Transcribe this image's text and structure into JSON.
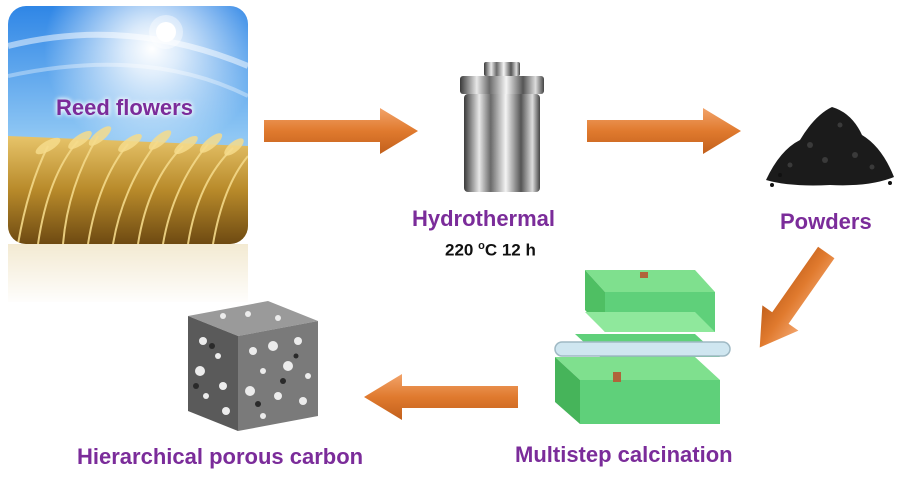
{
  "steps": {
    "reed": {
      "label": "Reed flowers"
    },
    "hydrothermal": {
      "label": "Hydrothermal",
      "condition_temp": "220 ",
      "condition_unit_sup": "o",
      "condition_rest": "C 12 h"
    },
    "powders": {
      "label": "Powders"
    },
    "calcination": {
      "label": "Multistep calcination"
    },
    "carbon": {
      "label": "Hierarchical porous carbon"
    }
  },
  "colors": {
    "label_purple": "#7b2c9a",
    "arrow_orange": "#e07a2e",
    "furnace_green": "#5fd07a",
    "sky_blue": "#3d8fe0"
  },
  "icons": [
    "sun-icon",
    "autoclave-icon",
    "powder-pile-icon",
    "tube-furnace-icon",
    "porous-cube-icon",
    "arrow-right-icon",
    "arrow-down-left-icon",
    "arrow-left-icon"
  ]
}
